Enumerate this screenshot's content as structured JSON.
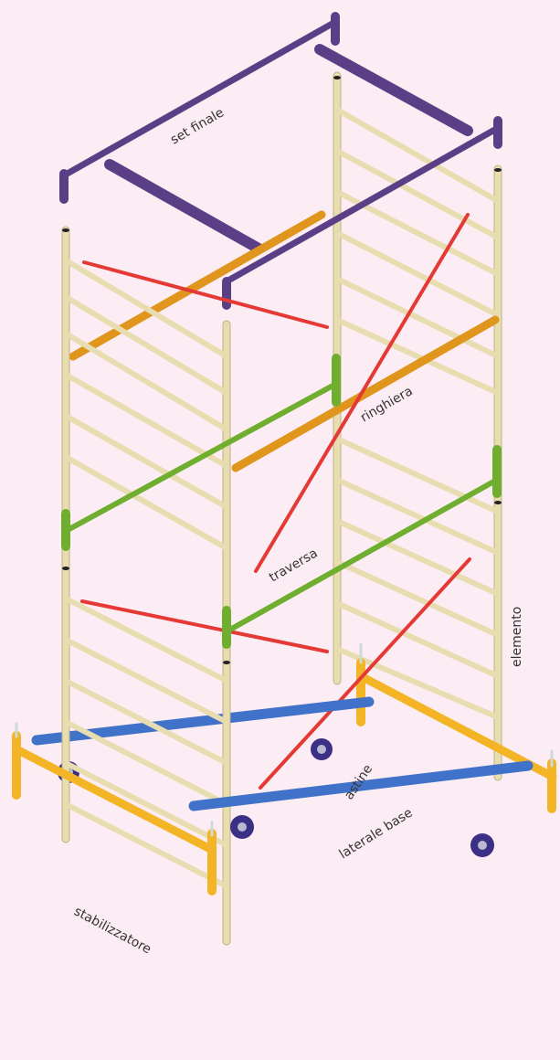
{
  "colors": {
    "background": "#fcedf4",
    "frame": "#e8ddb0",
    "frame_edge": "#bfb282",
    "guardrail": "#e0961c",
    "brace": "#e53935",
    "connector": "#6fae2e",
    "base_beam": "#3f72c8",
    "top_set": "#5b3f86",
    "stabilizer": "#f3b525",
    "wheel": "#3b2f86"
  },
  "labels": {
    "set_finale": "set finale",
    "ringhiera": "ringhiera",
    "traversa": "traversa",
    "elemento": "elemento",
    "astine": "astine",
    "laterale_base": "laterale base",
    "stabilizzatore": "stabilizzatore"
  }
}
